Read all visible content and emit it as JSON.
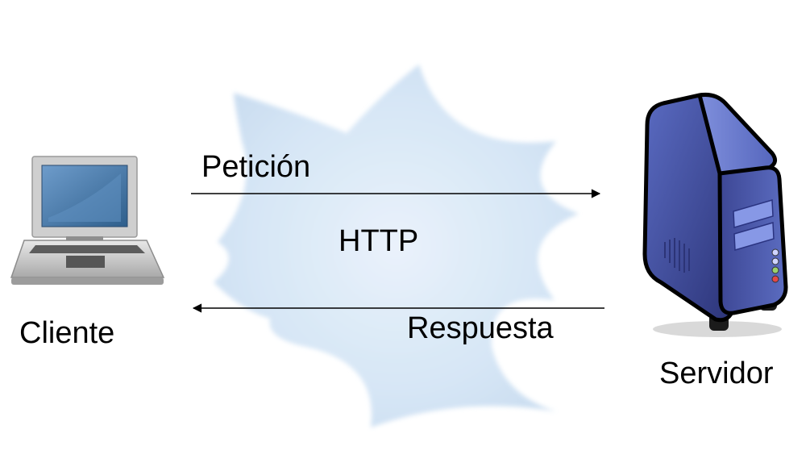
{
  "client": {
    "label": "Cliente",
    "icon": "laptop-icon"
  },
  "server": {
    "label": "Servidor",
    "icon": "server-tower-icon"
  },
  "network": {
    "label": "HTTP",
    "icon": "cloud-burst-shape"
  },
  "request": {
    "label": "Petición",
    "direction": "client-to-server"
  },
  "response": {
    "label": "Respuesta",
    "direction": "server-to-client"
  },
  "colors": {
    "cloud": "#d6e6f6",
    "laptop_body": "#c8c8c8",
    "laptop_screen": "#4f7fa8",
    "server_body": "#4b5aa8",
    "server_outline": "#000000",
    "arrow": "#000000"
  }
}
